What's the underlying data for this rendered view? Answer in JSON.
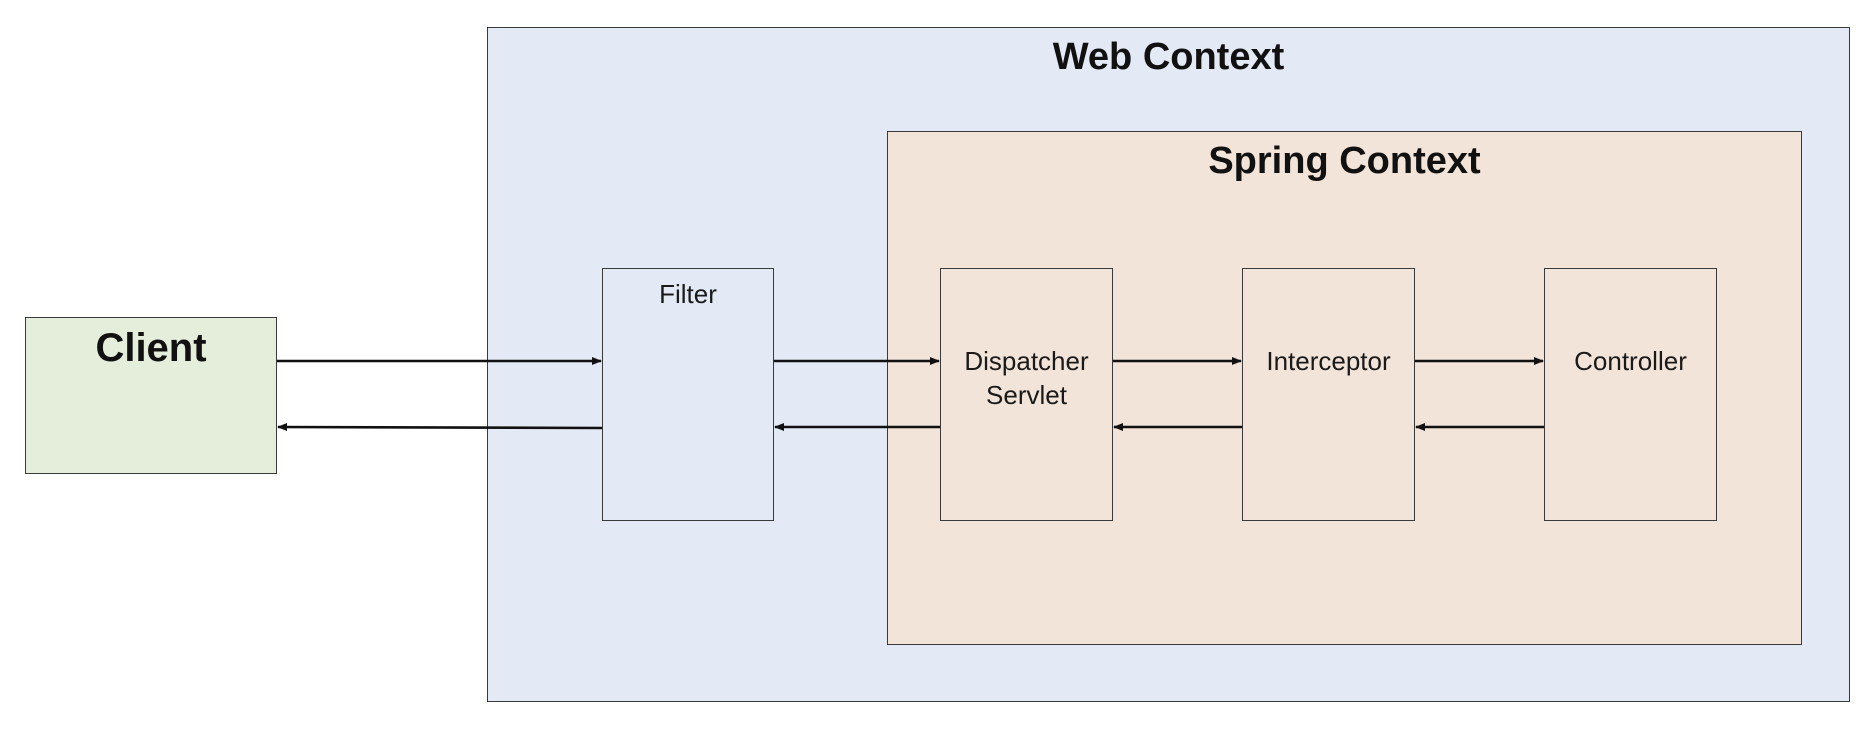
{
  "web_context": {
    "title": "Web Context"
  },
  "spring_context": {
    "title": "Spring Context"
  },
  "client": {
    "title": "Client"
  },
  "components": {
    "filter": "Filter",
    "dispatcher_servlet": "Dispatcher\nServlet",
    "interceptor": "Interceptor",
    "controller": "Controller"
  },
  "flows": [
    {
      "from": "Client",
      "to": "Filter",
      "direction": "request"
    },
    {
      "from": "Filter",
      "to": "Dispatcher Servlet",
      "direction": "request"
    },
    {
      "from": "Dispatcher Servlet",
      "to": "Interceptor",
      "direction": "request"
    },
    {
      "from": "Interceptor",
      "to": "Controller",
      "direction": "request"
    },
    {
      "from": "Controller",
      "to": "Interceptor",
      "direction": "response"
    },
    {
      "from": "Interceptor",
      "to": "Dispatcher Servlet",
      "direction": "response"
    },
    {
      "from": "Dispatcher Servlet",
      "to": "Filter",
      "direction": "response"
    },
    {
      "from": "Filter",
      "to": "Client",
      "direction": "response"
    }
  ],
  "colors": {
    "web_context_fill": "#e3eaf5",
    "spring_context_fill": "#f2e4d9",
    "client_fill": "#e4eedb",
    "stroke": "#3a3a3a",
    "arrow": "#111111"
  }
}
